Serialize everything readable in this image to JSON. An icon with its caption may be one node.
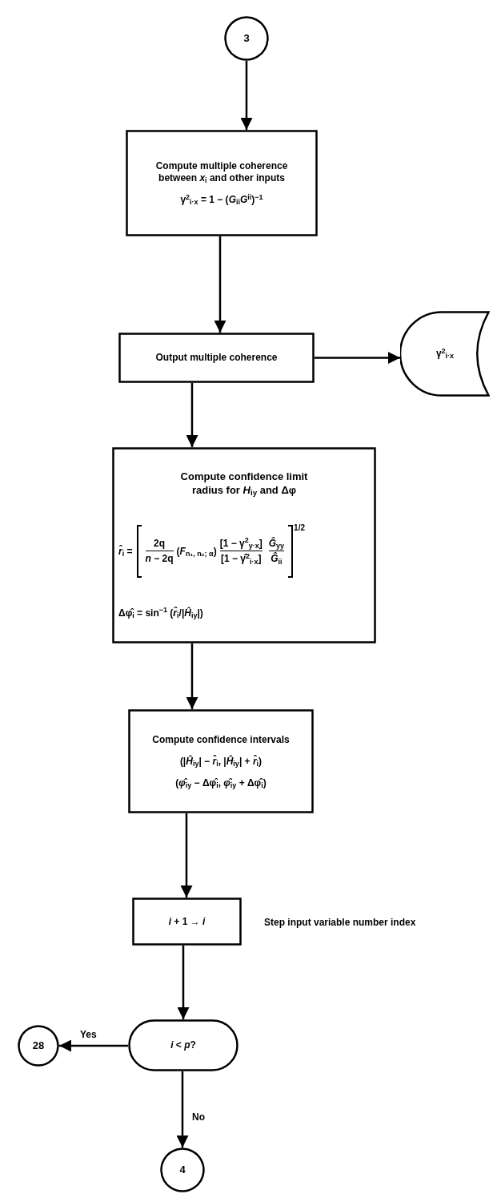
{
  "diagram": {
    "nodes": [
      {
        "text": [
          "3"
        ]
      },
      {
        "text": [
          "Compute multiple coherence between *x*$_{i}$ and other inputs",
          "γ$^{2}$$_{i·x}$ = 1 − (*G*$_{ii}$*G*$^{ii}$)$^{−1}$"
        ]
      },
      {
        "text": [
          "Output multiple coherence"
        ]
      },
      {
        "text": [
          "γ$^{2}$$_{i·x}$"
        ]
      },
      {
        "text": [
          "Compute confidence limit radius for *H*$_{iy}$ and Δφ",
          "*r̂*$_{i}$ =",
          "2q",
          "*n* − 2q",
          "(*F*$_{n₁, n₂; α}$)",
          "[1 − γ$^{2}$$_{y·x}$]",
          "[1 − γ̂$^{2}$$_{i·x}$]",
          "*Ĝ*$_{yy}$",
          "*Ĝ*$_{ii}$",
          "1/2",
          "Δφ̂$_{i}$ = sin$^{−1}$ (*r̂*$_{i}$/|*Ĥ*$_{iy}$|)"
        ]
      },
      {
        "text": [
          "Compute confidence intervals",
          "(|*Ĥ*$_{iy}$| − *r̂*$_{i}$, |*Ĥ*$_{iy}$| + *r̂*$_{i}$)",
          "(*φ̂*$_{iy}$ − Δφ̂$_{i}$, *φ̂*$_{iy}$ + Δφ̂$_{i}$)"
        ]
      },
      {
        "text": [
          "*i* + 1 → *i*"
        ],
        "beside": [
          "Step input variable number index"
        ]
      },
      {
        "text": [
          "*i* < *p*?"
        ]
      },
      {
        "text": [
          "28"
        ]
      },
      {
        "text": [
          "4"
        ]
      }
    ],
    "edges": [
      {
        "from": 0,
        "to": 1,
        "arrow": "to"
      },
      {
        "from": 1,
        "to": 2,
        "arrow": "to"
      },
      {
        "from": 2,
        "to": 3,
        "arrow": "to"
      },
      {
        "from": 2,
        "to": 4,
        "arrow": "to"
      },
      {
        "from": 4,
        "to": 5,
        "arrow": "to"
      },
      {
        "from": 5,
        "to": 6,
        "arrow": "to"
      },
      {
        "from": 6,
        "to": 7,
        "arrow": "to"
      },
      {
        "from": 7,
        "to": 8,
        "arrow": "to",
        "label": "Yes"
      },
      {
        "from": 7,
        "to": 9,
        "arrow": "to",
        "label": "No"
      }
    ]
  }
}
